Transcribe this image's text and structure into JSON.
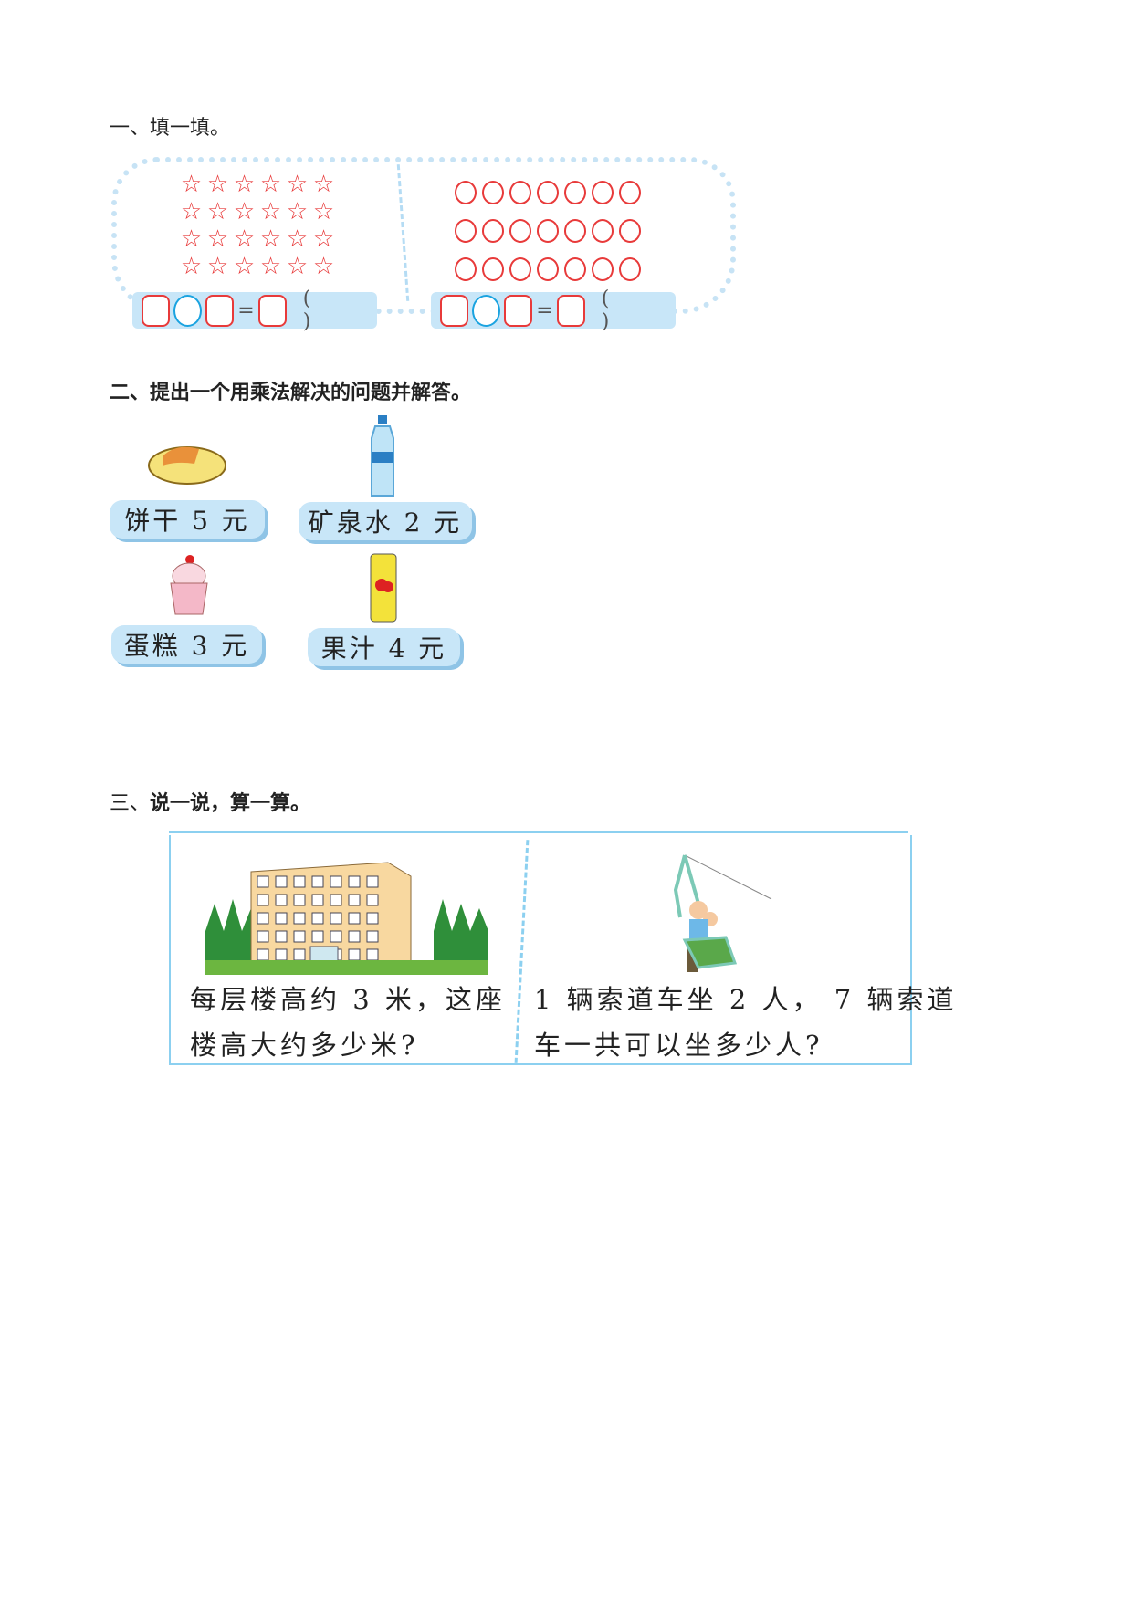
{
  "section1": {
    "heading": "一、填一填。",
    "eq_equals": "=",
    "eq_paren": "( )",
    "stars_rows": 4,
    "stars_cols": 6,
    "circles_rows": 3,
    "circles_cols": 7
  },
  "section2": {
    "heading": "二、提出一个用乘法解决的问题并解答。",
    "items": [
      {
        "label": "饼干 5 元",
        "icon": "biscuit-icon"
      },
      {
        "label": "矿泉水 2 元",
        "icon": "water-bottle-icon"
      },
      {
        "label": "蛋糕 3 元",
        "icon": "cupcake-icon"
      },
      {
        "label": "果汁 4 元",
        "icon": "juice-can-icon"
      }
    ]
  },
  "section3": {
    "heading_prefix": "三、",
    "heading_bold": "说一说，算一算。",
    "left": {
      "line1": "每层楼高约 3 米，这座",
      "line2": "楼高大约多少米?"
    },
    "right": {
      "line1": "1 辆索道车坐 2 人， 7 辆索道",
      "line2": "车一共可以坐多少人?"
    }
  },
  "colors": {
    "red": "#e83a3a",
    "blue": "#1aa3e0",
    "lightblue": "#c8e6f8"
  }
}
